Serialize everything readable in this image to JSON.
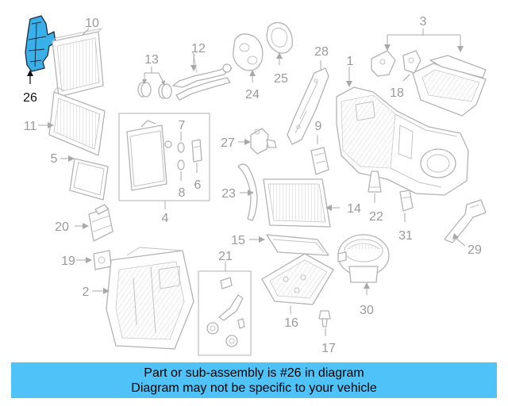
{
  "diagram": {
    "highlighted_part": "26",
    "highlight_color": "#3ab0e8",
    "callouts": [
      "1",
      "2",
      "3",
      "4",
      "5",
      "6",
      "7",
      "8",
      "9",
      "10",
      "11",
      "12",
      "13",
      "14",
      "15",
      "16",
      "17",
      "18",
      "19",
      "20",
      "21",
      "22",
      "23",
      "24",
      "25",
      "26",
      "27",
      "28",
      "29",
      "30",
      "31"
    ]
  },
  "banner": {
    "line1": "Part or sub-assembly is #26 in diagram",
    "line2": "Diagram may not be specific to your vehicle",
    "background": "#4fc3f7"
  }
}
